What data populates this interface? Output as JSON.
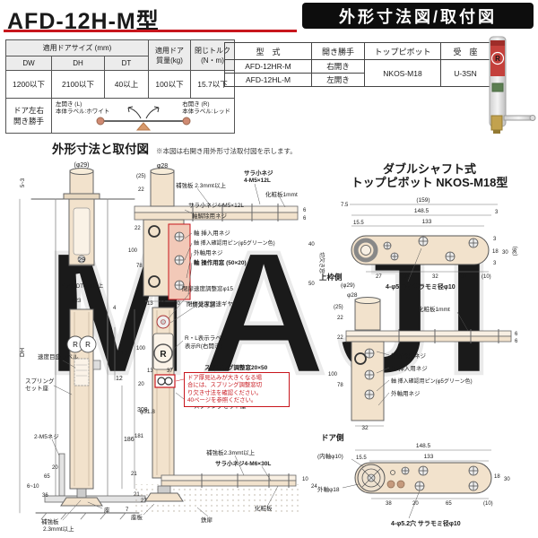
{
  "header": {
    "title": "AFD-12H-M型",
    "banner": "外形寸法図/取付図"
  },
  "spec_table": {
    "size_header": "適用ドアサイズ (mm)",
    "col_dw": "DW",
    "col_dh": "DH",
    "col_dt": "DT",
    "mass_header_1": "適用ドア",
    "mass_header_2": "質量(kg)",
    "torque_header_1": "閉じトルク",
    "torque_header_2": "(N・m)",
    "val_dw": "1200以下",
    "val_dh": "2100以下",
    "val_dt": "40以上",
    "val_mass": "100以下",
    "val_torque": "15.7以下",
    "handing_1": "ドア左右",
    "handing_2": "開き勝手",
    "left_1": "左開き (L)",
    "left_2": "本体ラベル:ホワイト",
    "right_1": "右開き (R)",
    "right_2": "本体ラベル:レッド"
  },
  "model_table": {
    "h_model": "型　式",
    "h_handing": "開き勝手",
    "h_pivot": "トップピボット",
    "h_seat": "受　座",
    "r1_model": "AFD-12HR-M",
    "r1_handing": "右開き",
    "r2_model": "AFD-12HL-M",
    "r2_handing": "左開き",
    "pivot": "NKOS-M18",
    "seat": "U-3SN"
  },
  "photo": {
    "r_mark": "R"
  },
  "section": {
    "heading": "外形寸法と取付図",
    "note": "※本図は右開き用外形寸法取付図を示します。"
  },
  "pivot_heading": {
    "line1": "ダブルシャフト式",
    "line2": "トップピボット NKOS-M18型"
  },
  "watermark": "MAJI",
  "left_view": {
    "phi29": "(φ29)",
    "gap": "5~3",
    "w29": "29",
    "door_thick": "ドア厚DT=40以上",
    "phi23": "φ23",
    "d4": "4",
    "d110": "110",
    "d12": "12",
    "d308": "308",
    "d186": "186",
    "dh": "DH",
    "speed_label": "速度目盛ラベル",
    "spring_seat_1": "スプリング",
    "spring_seat_2": "セット座",
    "m5_screw": "2-M5ネジ",
    "d20": "20",
    "d65": "65",
    "d6_10": "6~10",
    "d36": "36",
    "d21": "21",
    "d27": "27",
    "d7": "7",
    "seat": "座",
    "reinf_1": "補強板",
    "reinf_2": "2.3mmt以上",
    "r_mark": "R"
  },
  "mid_view": {
    "phi28": "φ28",
    "d25": "(25)",
    "d22a": "22",
    "d22b": "22",
    "d100": "100",
    "d78": "78",
    "reinf_top": "補強板 2.3mmt以上",
    "screw_top_1": "サラ小ネジ",
    "screw_top_2": "4-M5×12L",
    "veneer_top": "化粧板1mmt",
    "screw_mid": "サラ小ネジ4-M5×12L",
    "shaft_release": "軸解除用ネジ",
    "shaft_insert": "軸 挿入用ネジ",
    "shaft_pin": "軸 挿入確認用ピン(φ5グリーン色)",
    "outer_screw": "外軸用ネジ",
    "op_window": "軸 操作用窓 (50×20)",
    "d13": "13",
    "d12": "12",
    "d20": "20",
    "notch": "切欠き窓",
    "d6a": "6",
    "d6b": "6",
    "d40": "40",
    "d50": "50",
    "notch_v": "切欠き窓",
    "close_window": "閉扉速度調整窓φ15",
    "close_gear": "閉扉速度調速ギヤ",
    "rl_1": "R・L表示ラベル",
    "rl_2": "表示R(右開き)",
    "d13b": "13",
    "d37": "37",
    "spring_window": "スプリング調整窓20×50",
    "spring_seat": "スプリングセット座",
    "phi318": "φ31.8",
    "d100b": "100",
    "d20c": "20",
    "d181": "181",
    "d21": "21",
    "reinf_bot": "補強板2.3mmt以上",
    "screw_bot": "サラ小ネジ4-M6×30L",
    "seat_plate": "座板",
    "steel_door": "鉄扉",
    "veneer_bot": "化粧板",
    "d10": "10",
    "d24": "24",
    "r_mark": "R"
  },
  "warning": {
    "line1": "ドア厚見込みが大きくなる場",
    "line2": "合には、スプリング調整窓切",
    "line3": "り欠き寸法を確認ください。",
    "line4": "40ページを参照ください。"
  },
  "pivot_view": {
    "d75": "7.5",
    "d159": "(159)",
    "d148": "148.5",
    "d3a": "3",
    "d15": "15.5",
    "d133": "133",
    "d3b": "3",
    "d18": "18",
    "d30": "30",
    "d36": "(36)",
    "d3c": "3",
    "d27": "27",
    "d32a": "32",
    "d32b": "32",
    "d32c": "32",
    "d10a": "(10)",
    "top_frame": "上枠側",
    "holes_top": "4-φ5.2穴 サラモミ径φ10",
    "phi29": "(φ29)",
    "phi28": "φ28",
    "veneer": "化粧板1mmt",
    "d25": "(25)",
    "d22a": "22",
    "d22b": "22",
    "d100": "100",
    "d78": "78",
    "d6a": "6",
    "d6b": "6",
    "shaft_release": "軸解除用ネジ",
    "shaft_insert": "軸 挿入用ネジ",
    "shaft_pin": "軸 挿入確認用ピン(φ5グリーン色)",
    "outer_screw": "外軸用ネジ",
    "d32d": "32",
    "door_side": "ドア側",
    "inner_shaft": "(内軸φ10)",
    "outer_shaft": "外軸φ18",
    "d148b": "148.5",
    "d15b": "15.5",
    "d133b": "133",
    "d38": "38",
    "d20b": "20",
    "d65": "65",
    "d10b": "(10)",
    "d18b": "18",
    "d30b": "30",
    "holes_door": "4-φ5.2穴 サラモミ径φ10"
  }
}
